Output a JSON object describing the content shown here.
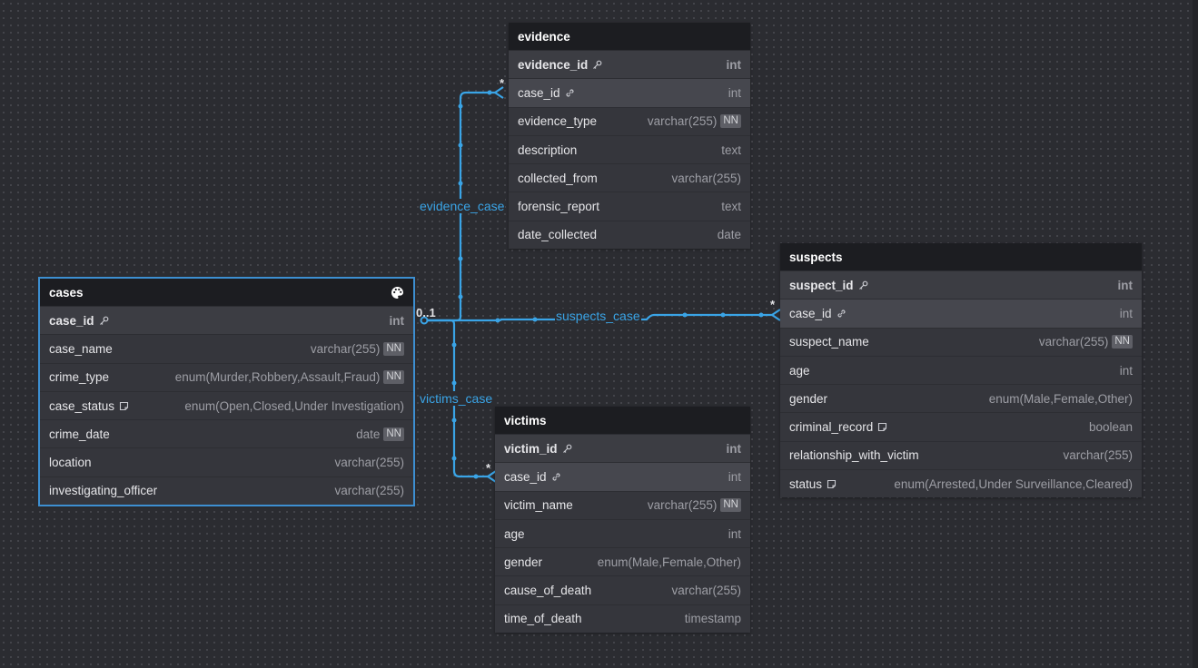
{
  "tables": {
    "evidence": {
      "title": "evidence",
      "rows": [
        {
          "name": "evidence_id",
          "type": "int"
        },
        {
          "name": "case_id",
          "type": "int"
        },
        {
          "name": "evidence_type",
          "type": "varchar(255)",
          "badge": "NN"
        },
        {
          "name": "description",
          "type": "text"
        },
        {
          "name": "collected_from",
          "type": "varchar(255)"
        },
        {
          "name": "forensic_report",
          "type": "text"
        },
        {
          "name": "date_collected",
          "type": "date"
        }
      ]
    },
    "cases": {
      "title": "cases",
      "rows": [
        {
          "name": "case_id",
          "type": "int"
        },
        {
          "name": "case_name",
          "type": "varchar(255)",
          "badge": "NN"
        },
        {
          "name": "crime_type",
          "type": "enum(Murder,Robbery,Assault,Fraud)",
          "badge": "NN"
        },
        {
          "name": "case_status",
          "type": "enum(Open,Closed,Under Investigation)"
        },
        {
          "name": "crime_date",
          "type": "date",
          "badge": "NN"
        },
        {
          "name": "location",
          "type": "varchar(255)"
        },
        {
          "name": "investigating_officer",
          "type": "varchar(255)"
        }
      ]
    },
    "suspects": {
      "title": "suspects",
      "rows": [
        {
          "name": "suspect_id",
          "type": "int"
        },
        {
          "name": "case_id",
          "type": "int"
        },
        {
          "name": "suspect_name",
          "type": "varchar(255)",
          "badge": "NN"
        },
        {
          "name": "age",
          "type": "int"
        },
        {
          "name": "gender",
          "type": "enum(Male,Female,Other)"
        },
        {
          "name": "criminal_record",
          "type": "boolean"
        },
        {
          "name": "relationship_with_victim",
          "type": "varchar(255)"
        },
        {
          "name": "status",
          "type": "enum(Arrested,Under Surveillance,Cleared)"
        }
      ]
    },
    "victims": {
      "title": "victims",
      "rows": [
        {
          "name": "victim_id",
          "type": "int"
        },
        {
          "name": "case_id",
          "type": "int"
        },
        {
          "name": "victim_name",
          "type": "varchar(255)",
          "badge": "NN"
        },
        {
          "name": "age",
          "type": "int"
        },
        {
          "name": "gender",
          "type": "enum(Male,Female,Other)"
        },
        {
          "name": "cause_of_death",
          "type": "varchar(255)"
        },
        {
          "name": "time_of_death",
          "type": "timestamp"
        }
      ]
    }
  },
  "relationships": {
    "evidence_case": "evidence_case",
    "suspects_case": "suspects_case",
    "victims_case": "victims_case",
    "source_cardinality": "0..1",
    "many_marker": "*"
  },
  "colors": {
    "edge": "#3aa4e6",
    "header": "#1c1d21",
    "background": "#2b2c31"
  }
}
